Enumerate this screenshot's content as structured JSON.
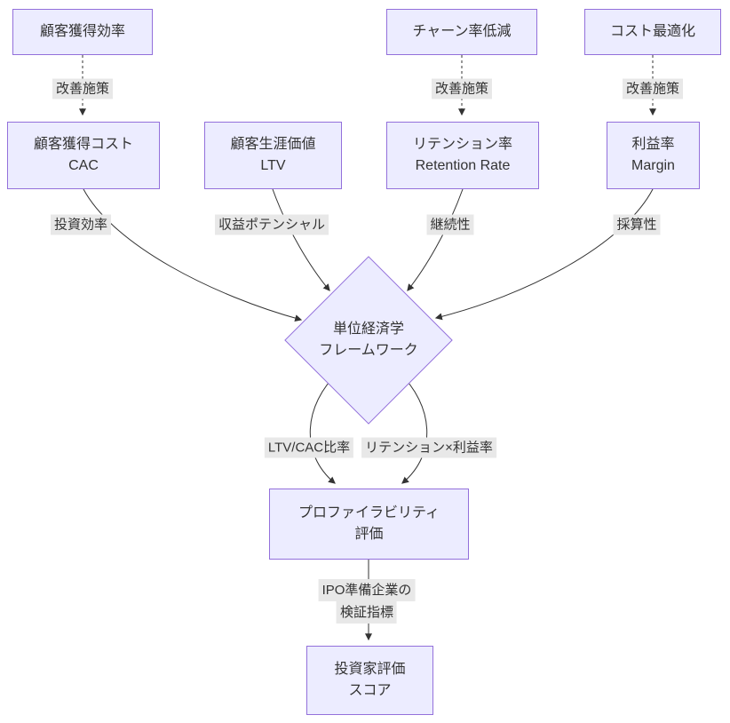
{
  "diagram": {
    "colors": {
      "node_fill": "#ECECFF",
      "node_border": "#9370DB",
      "edge_label_bg": "#e8e8e8",
      "edge_color": "#333333",
      "text_color": "#333333"
    },
    "nodes": {
      "acq_efficiency": {
        "label": "顧客獲得効率"
      },
      "churn_reduction": {
        "label": "チャーン率低減"
      },
      "cost_optimization": {
        "label": "コスト最適化"
      },
      "cac": {
        "line1": "顧客獲得コスト",
        "line2": "CAC"
      },
      "ltv": {
        "line1": "顧客生涯価値",
        "line2": "LTV"
      },
      "retention": {
        "line1": "リテンション率",
        "line2": "Retention Rate"
      },
      "margin": {
        "line1": "利益率",
        "line2": "Margin"
      },
      "unit_economics": {
        "line1": "単位経済学",
        "line2": "フレームワーク"
      },
      "profitability_eval": {
        "line1": "プロファイラビリティ",
        "line2": "評価"
      },
      "investor_score": {
        "line1": "投資家評価",
        "line2": "スコア"
      }
    },
    "edge_labels": {
      "improve1": "改善施策",
      "improve2": "改善施策",
      "improve3": "改善施策",
      "investment_efficiency": "投資効率",
      "revenue_potential": "収益ポテンシャル",
      "continuity": "継続性",
      "profitability": "採算性",
      "ltv_cac_ratio": "LTV/CAC比率",
      "retention_x_margin": "リテンション×利益率",
      "ipo_line1": "IPO準備企業の",
      "ipo_line2": "検証指標"
    }
  }
}
